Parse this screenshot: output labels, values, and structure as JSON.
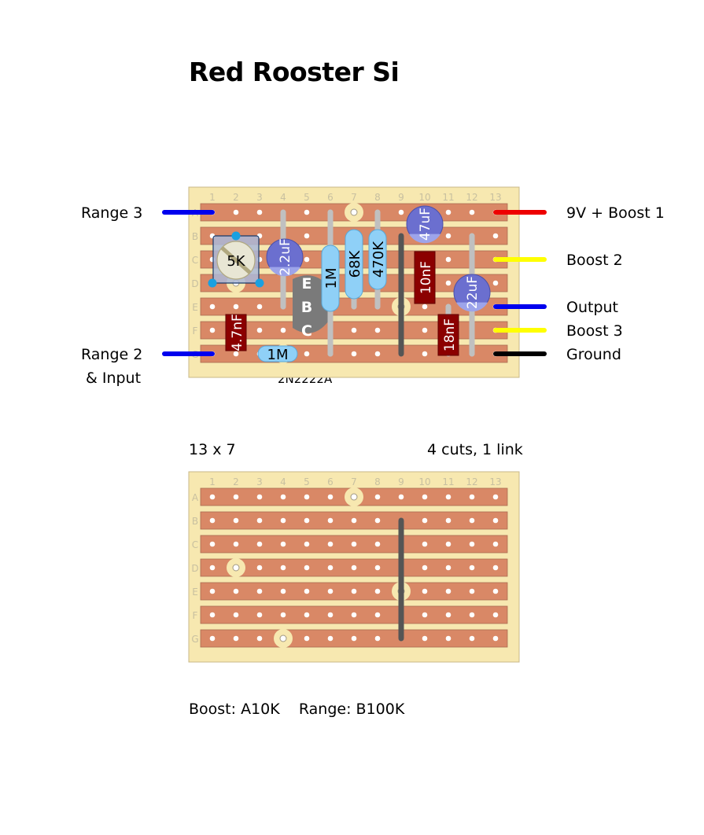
{
  "title": "Red Rooster Si",
  "board": {
    "columns": [
      "1",
      "2",
      "3",
      "4",
      "5",
      "6",
      "7",
      "8",
      "9",
      "10",
      "11",
      "12",
      "13"
    ],
    "rows": [
      "A",
      "B",
      "C",
      "D",
      "E",
      "F",
      "G"
    ],
    "size_label": "13 x 7",
    "cuts_label": "4 cuts, 1 link"
  },
  "colors": {
    "board": "#f7e8b0",
    "strip": "#d98866",
    "hole": "#ffffff",
    "wire_red": "#ee0000",
    "wire_blue": "#0000ee",
    "wire_yellow": "#ffff00",
    "wire_black": "#000000",
    "resistor": "#8fd0f7",
    "electrolytic": "#6b6fcf",
    "film_cap": "#8b0000",
    "transistor": "#7a7a7a",
    "trimmer_body": "#aab8d8",
    "link": "#555555"
  },
  "left_labels": [
    {
      "text": "Range 3",
      "row": "A"
    },
    {
      "text": "Range 2",
      "row": "G"
    },
    {
      "text": "& Input",
      "row": "G"
    }
  ],
  "right_labels": [
    {
      "text": "9V + Boost 1",
      "row": "A",
      "wire": "red"
    },
    {
      "text": "Boost 2",
      "row": "C",
      "wire": "yellow"
    },
    {
      "text": "Output",
      "row": "E",
      "wire": "blue"
    },
    {
      "text": "Boost 3",
      "row": "F",
      "wire": "yellow"
    },
    {
      "text": "Ground",
      "row": "G",
      "wire": "black"
    }
  ],
  "components": {
    "trimmer": {
      "label": "5K",
      "pins": [
        "B2",
        "D1",
        "D3"
      ]
    },
    "cap_2u2": {
      "label": "2.2uF",
      "from": "A4",
      "to": "E4"
    },
    "transistor": {
      "label": "2N2222A",
      "pins": {
        "E": "D5",
        "B": "E5",
        "C": "F5"
      }
    },
    "r_1m_vertical": {
      "label": "1M",
      "from": "A6",
      "to": "G6"
    },
    "r_68k": {
      "label": "68K",
      "from": "B7",
      "to": "E7"
    },
    "r_470k": {
      "label": "470K",
      "from": "A8",
      "to": "E8"
    },
    "link": {
      "from": "B9",
      "to": "G9"
    },
    "cap_47u": {
      "label": "47uF",
      "from": "A10",
      "to": "B10"
    },
    "cap_10n": {
      "label": "10nF",
      "from": "C10",
      "to": "E10"
    },
    "cap_22u": {
      "label": "22uF",
      "from": "B12",
      "to": "G12"
    },
    "cap_18n": {
      "label": "18nF",
      "from": "E11",
      "to": "G11"
    },
    "cap_4n7": {
      "label": "4.7nF",
      "from": "E2",
      "to": "G2"
    },
    "r_1m_horizontal": {
      "label": "1M",
      "from": "G3",
      "to": "G5"
    }
  },
  "cuts": [
    "A7",
    "D2",
    "E9",
    "G4"
  ],
  "transistor_pins": [
    "E",
    "B",
    "C"
  ],
  "footer": "Boost: A10K    Range: B100K"
}
